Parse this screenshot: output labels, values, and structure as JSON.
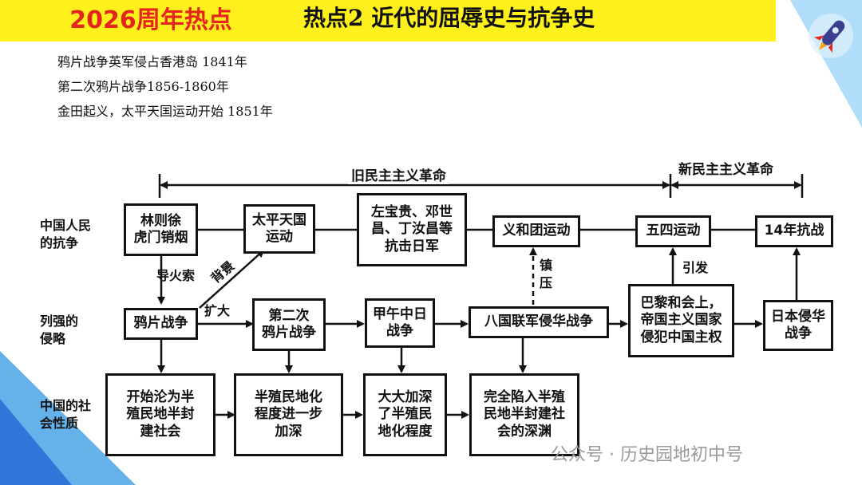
{
  "header": {
    "badge": "2026周年热点",
    "title": "热点2  近代的屈辱史与抗争史"
  },
  "notes": [
    "鸦片战争英军侵占香港岛 1841年",
    "第二次鸦片战争1856-1860年",
    "金田起义，太平天国运动开始 1851年"
  ],
  "eras": {
    "old": "旧民主主义革命",
    "new": "新民主主义革命"
  },
  "row_labels": {
    "struggle": "中国人民\n的抗争",
    "invasion": "列强的\n侵略",
    "society": "中国的社\n会性质"
  },
  "struggle": [
    "林则徐\n虎门销烟",
    "太平天国\n运动",
    "左宝贵、邓世\n昌、丁汝昌等\n抗击日军",
    "义和团运动",
    "五四运动",
    "14年抗战"
  ],
  "invasion": [
    "鸦片战争",
    "第二次\n鸦片战争",
    "甲午中日\n战争",
    "八国联军侵华战争",
    "巴黎和会上，\n帝国主义国家\n侵犯中国主权",
    "日本侵华\n战争"
  ],
  "society": [
    "开始沦为半\n殖民地半封\n建社会",
    "半殖民地化\n程度进一步\n加深",
    "大大加深\n了半殖民\n地化程度",
    "完全陷入半殖\n民地半封建社\n会的深渊"
  ],
  "edge_labels": {
    "fuse": "导火索",
    "background": "背景",
    "expand": "扩大",
    "suppress": "镇\n压",
    "trigger": "引发"
  },
  "watermark": "公众号 · 历史园地初中号",
  "colors": {
    "header_yellow": "#fdf01c",
    "badge_red": "#e4251c",
    "line": "#111111"
  }
}
